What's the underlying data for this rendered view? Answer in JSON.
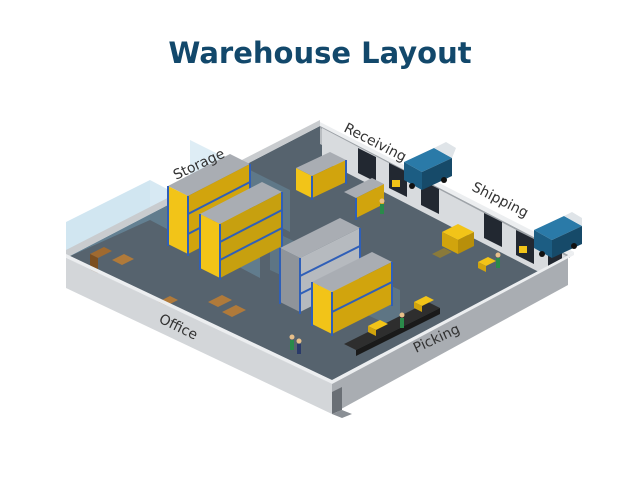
{
  "title": "Warehouse Layout",
  "zones": {
    "storage": "Storage",
    "receiving": "Receiving",
    "shipping": "Shipping",
    "office": "Office",
    "picking": "Picking"
  },
  "colors": {
    "title": "#12486b",
    "floor": "#56636e",
    "wall_top": "#eceef0",
    "wall_side": "#b9bdc1",
    "wall_front": "#d3d6d9",
    "glass": "#7bb6d6",
    "rack": "#2f5fb8",
    "shelf": "#a9adb3",
    "box": "#f2c418",
    "box_dark": "#d1a40d",
    "truck_cab": "#1c5d83",
    "door": "#222831",
    "conveyor": "#2e2e2e",
    "worker": "#2a8a4a"
  }
}
